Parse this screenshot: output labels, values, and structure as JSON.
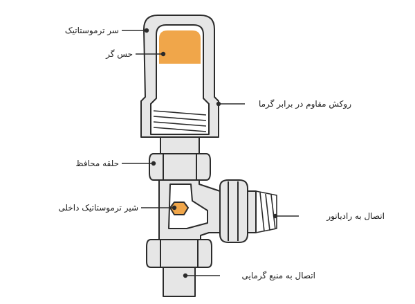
{
  "labels": {
    "thermostat_head": "سر ترموستاتیک",
    "sensor": "حس گر",
    "heat_resistant_cap": "روکش مقاوم در برابر گرما",
    "protective_ring": "حلقه محافظ",
    "internal_valve": "شیر ترموستاتیک داخلی",
    "radiator_connection": "اتصال به رادیاتور",
    "heat_source_connection": "اتصال به منبع گرمایی"
  },
  "colors": {
    "outline": "#2b2b2b",
    "body_fill": "#e6e6e6",
    "inner_fill": "#ffffff",
    "sensor_fill": "#f0a64a",
    "valve_fill": "#f0a64a",
    "text": "#222222"
  }
}
